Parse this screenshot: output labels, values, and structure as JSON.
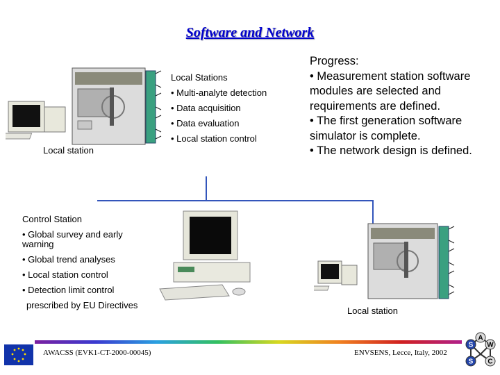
{
  "title": "Software and Network",
  "local_stations": {
    "heading": "Local Stations",
    "items": [
      "• Multi-analyte detection",
      "• Data acquisition",
      "• Data evaluation",
      "• Local station control"
    ]
  },
  "local_station_label_top": "Local station",
  "local_station_label_bottom": "Local station",
  "progress": {
    "heading": "Progress:",
    "lines": [
      "• Measurement station software",
      "modules are selected and",
      "requirements are defined.",
      "• The first generation software",
      "simulator is complete.",
      "• The network design is defined."
    ]
  },
  "control_station": {
    "heading": "Control Station",
    "items": [
      "• Global survey and early warning",
      "• Global trend analyses",
      "• Local station control",
      "• Detection limit control",
      "prescribed by EU Directives"
    ]
  },
  "footer": {
    "left": "AWACSS (EVK1-CT-2000-00045)",
    "right": "ENVSENS, Lecce, Italy, 2002"
  },
  "logo": {
    "letters": [
      "A",
      "S",
      "W",
      "S",
      "C"
    ]
  },
  "colors": {
    "title": "#0000cc",
    "network_line": "#3355bb",
    "eu_flag": "#1133aa"
  }
}
